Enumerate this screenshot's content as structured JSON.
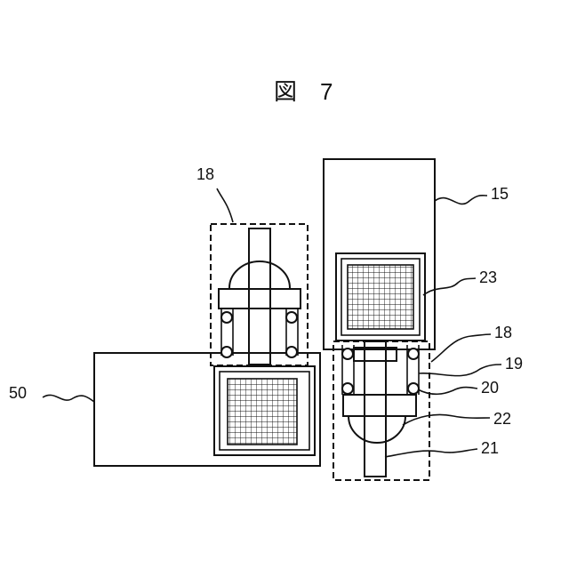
{
  "figure": {
    "title": "図　7"
  },
  "labels": {
    "l18_top": "18",
    "l15": "15",
    "l23": "23",
    "l18_right": "18",
    "l19": "19",
    "l20": "20",
    "l22": "22",
    "l21": "21",
    "l50": "50"
  }
}
